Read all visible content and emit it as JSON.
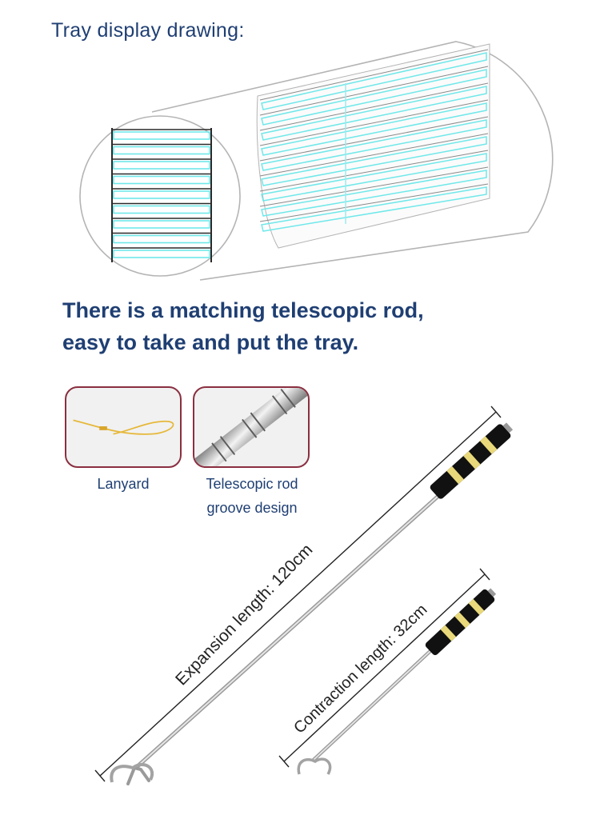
{
  "tray_section": {
    "title": "Tray display drawing:",
    "colors": {
      "slot": "#6fe8ea",
      "outline": "#2a2a2a",
      "edge": "#b4b4b4"
    }
  },
  "headline": {
    "line1": "There is a matching telescopic rod,",
    "line2": "easy to take and put the tray."
  },
  "details": [
    {
      "caption": "Lanyard"
    },
    {
      "caption_line1": "Telescopic rod",
      "caption_line2": "groove design"
    }
  ],
  "rods": {
    "expansion_label": "Expansion length: 120cm",
    "contraction_label": "Contraction length: 32cm",
    "colors": {
      "handle": "#111111",
      "stripe": "#e9d97a",
      "metal": "#c8c8c8"
    }
  },
  "accent_colors": {
    "heading": "#1f3f73",
    "thumb_border": "#8a2f40"
  }
}
